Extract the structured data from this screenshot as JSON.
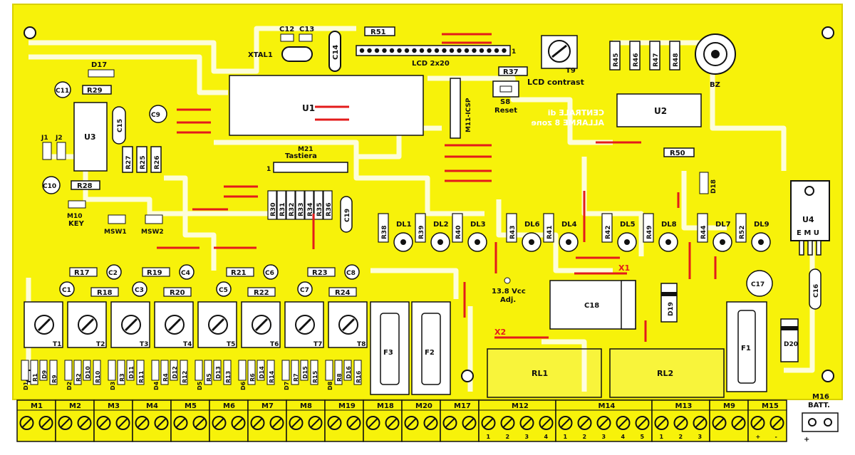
{
  "colors": {
    "board": "#f7f20a",
    "trace": "#f5ee00",
    "outline": "#111111",
    "jumper": "#e31b1b",
    "pad": "#ffffff"
  },
  "labels": {
    "x1": "X1",
    "x2": "X2",
    "c12": "C12",
    "c13": "C13",
    "xtal1": "XTAL1",
    "c14": "C14",
    "r51": "R51",
    "lcd": "LCD 2x20",
    "r37": "R37",
    "t9": "T9",
    "lcd_contrast": "LCD contrast",
    "s8": "S8",
    "reset": "Reset",
    "r45": "R45",
    "r46": "R46",
    "r47": "R47",
    "r48": "R48",
    "bz": "BZ",
    "d17": "D17",
    "c11": "C11",
    "r29": "R29",
    "u3": "U3",
    "c15": "C15",
    "c9": "C9",
    "u1": "U1",
    "u2": "U2",
    "m11": "M11-ICSP",
    "title_line1": "CENTRALE di",
    "title_line2": "ALLARME 8 zone",
    "j1": "J1",
    "j2": "J2",
    "r27": "R27",
    "r25": "R25",
    "r26": "R26",
    "m21": "M21",
    "tastiera": "Tastiera",
    "r50": "R50",
    "d18": "D18",
    "c10": "C10",
    "r28": "R28",
    "u4": "U4",
    "emu": "E M U",
    "m10": "M10",
    "key": "KEY",
    "msw1": "MSW1",
    "msw2": "MSW2",
    "r30_36": [
      "R30",
      "R31",
      "R32",
      "R33",
      "R34",
      "R35",
      "R36"
    ],
    "c19": "C19",
    "c16": "C16",
    "c17": "C17",
    "vcc_line1": "13.8 Vcc",
    "vcc_line2": "Adj.",
    "c18": "C18",
    "d19": "D19",
    "d20": "D20",
    "f1": "F1",
    "f2": "F2",
    "f3": "F3",
    "rl1": "RL1",
    "rl2": "RL2",
    "m16": "M16",
    "batt": "BATT.",
    "plus": "+",
    "minus": "-",
    "one": "1"
  },
  "led_row": [
    {
      "r": "R38",
      "dl": "DL1"
    },
    {
      "r": "R39",
      "dl": "DL2"
    },
    {
      "r": "R40",
      "dl": "DL3"
    },
    {
      "r": "R43",
      "dl": "DL6"
    },
    {
      "r": "R41",
      "dl": "DL4"
    },
    {
      "r": "R42",
      "dl": "DL5"
    },
    {
      "r": "R49",
      "dl": "DL8"
    },
    {
      "r": "R44",
      "dl": "DL7"
    },
    {
      "r": "R52",
      "dl": "DL9"
    }
  ],
  "zones": [
    {
      "r_top": "R17",
      "c_top": "C2",
      "c_low": "C1",
      "r_low": "R18",
      "trim": "T1",
      "d": "D1",
      "r": "R1",
      "d2": "D9",
      "r2": "R9"
    },
    {
      "r_top": "R19",
      "c_top": "C4",
      "c_low": "C3",
      "r_low": "R20",
      "trim": "T2",
      "d": "D2",
      "r": "R2",
      "d2": "D10",
      "r2": "R10"
    },
    {
      "r_top": "R21",
      "c_top": "C6",
      "c_low": "C5",
      "r_low": "R22",
      "trim": "T3",
      "d": "D3",
      "r": "R3",
      "d2": "D11",
      "r2": "R11"
    },
    {
      "r_top": "R23",
      "c_top": "C8",
      "c_low": "C7",
      "r_low": "R24",
      "trim": "T4",
      "d": "D4",
      "r": "R4",
      "d2": "D12",
      "r2": "R12"
    },
    {
      "trim": "T5",
      "d": "D5",
      "r": "R5",
      "d2": "D13",
      "r2": "R13"
    },
    {
      "trim": "T6",
      "d": "D6",
      "r": "R6",
      "d2": "D14",
      "r2": "R14"
    },
    {
      "trim": "T7",
      "d": "D7",
      "r": "R7",
      "d2": "D15",
      "r2": "R15"
    },
    {
      "trim": "T8",
      "d": "D8",
      "r": "R8",
      "d2": "D16",
      "r2": "R16"
    }
  ],
  "terminals": [
    {
      "label": "M1",
      "pins": []
    },
    {
      "label": "M2",
      "pins": []
    },
    {
      "label": "M3",
      "pins": []
    },
    {
      "label": "M4",
      "pins": []
    },
    {
      "label": "M5",
      "pins": []
    },
    {
      "label": "M6",
      "pins": []
    },
    {
      "label": "M7",
      "pins": []
    },
    {
      "label": "M8",
      "pins": []
    },
    {
      "label": "M19",
      "pins": []
    },
    {
      "label": "M18",
      "pins": []
    },
    {
      "label": "M20",
      "pins": []
    },
    {
      "label": "M17",
      "pins": []
    },
    {
      "label": "M12",
      "pins": [
        "1",
        "2",
        "3",
        "4"
      ]
    },
    {
      "label": "M14",
      "pins": [
        "1",
        "2",
        "3",
        "4",
        "5"
      ]
    },
    {
      "label": "M13",
      "pins": [
        "1",
        "2",
        "3"
      ]
    },
    {
      "label": "M9",
      "pins": []
    },
    {
      "label": "M15",
      "pins": [
        "+",
        "-"
      ]
    }
  ]
}
